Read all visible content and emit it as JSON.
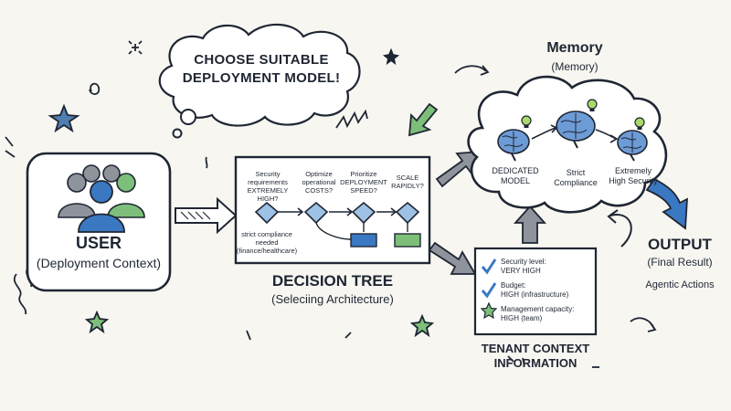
{
  "thought_bubble": {
    "line1": "CHOOSE SUITABLE",
    "line2": "DEPLOYMENT MODEL!"
  },
  "user": {
    "title": "USER",
    "subtitle": "(Deployment Context)"
  },
  "decision_tree": {
    "title": "DECISION TREE",
    "subtitle": "(Seleciing Architecture)",
    "questions": [
      {
        "l1": "Security",
        "l2": "requirements",
        "l3": "EXTREMELY HIGH?"
      },
      {
        "l1": "Optimize",
        "l2": "operational",
        "l3": "COSTS?"
      },
      {
        "l1": "Prioritize",
        "l2": "DEPLOYMENT",
        "l3": "SPEED?"
      },
      {
        "l1": "SCALE",
        "l2": "RAPIDLY?",
        "l3": ""
      }
    ],
    "note": {
      "l1": "strict compliance",
      "l2": "needed",
      "l3": "(finance/healthcare)"
    }
  },
  "memory": {
    "title": "Memory",
    "subtitle": "(Memory)",
    "items": [
      {
        "l1": "DEDICATED",
        "l2": "MODEL"
      },
      {
        "l1": "Strict",
        "l2": "Compliance"
      },
      {
        "l1": "Extremely",
        "l2": "High Security"
      }
    ]
  },
  "tenant": {
    "title_l1": "TENANT CONTEXT",
    "title_l2": "INFORMATION",
    "items": [
      {
        "l1": "Security level:",
        "l2": "VERY HIGH"
      },
      {
        "l1": "Budget:",
        "l2": "HIGH (infrastructure)"
      },
      {
        "l1": "Management capacity:",
        "l2": "HIGH (team)"
      }
    ]
  },
  "output": {
    "title": "OUTPUT",
    "subtitle": "(Final Result)",
    "note": "Agentic Actions"
  },
  "colors": {
    "ink": "#1f2633",
    "blue": "#3b78c2",
    "light_blue": "#9ec1e6",
    "green": "#7dbf7a",
    "grey": "#8e939c",
    "teal_star": "#4e7fb0"
  }
}
